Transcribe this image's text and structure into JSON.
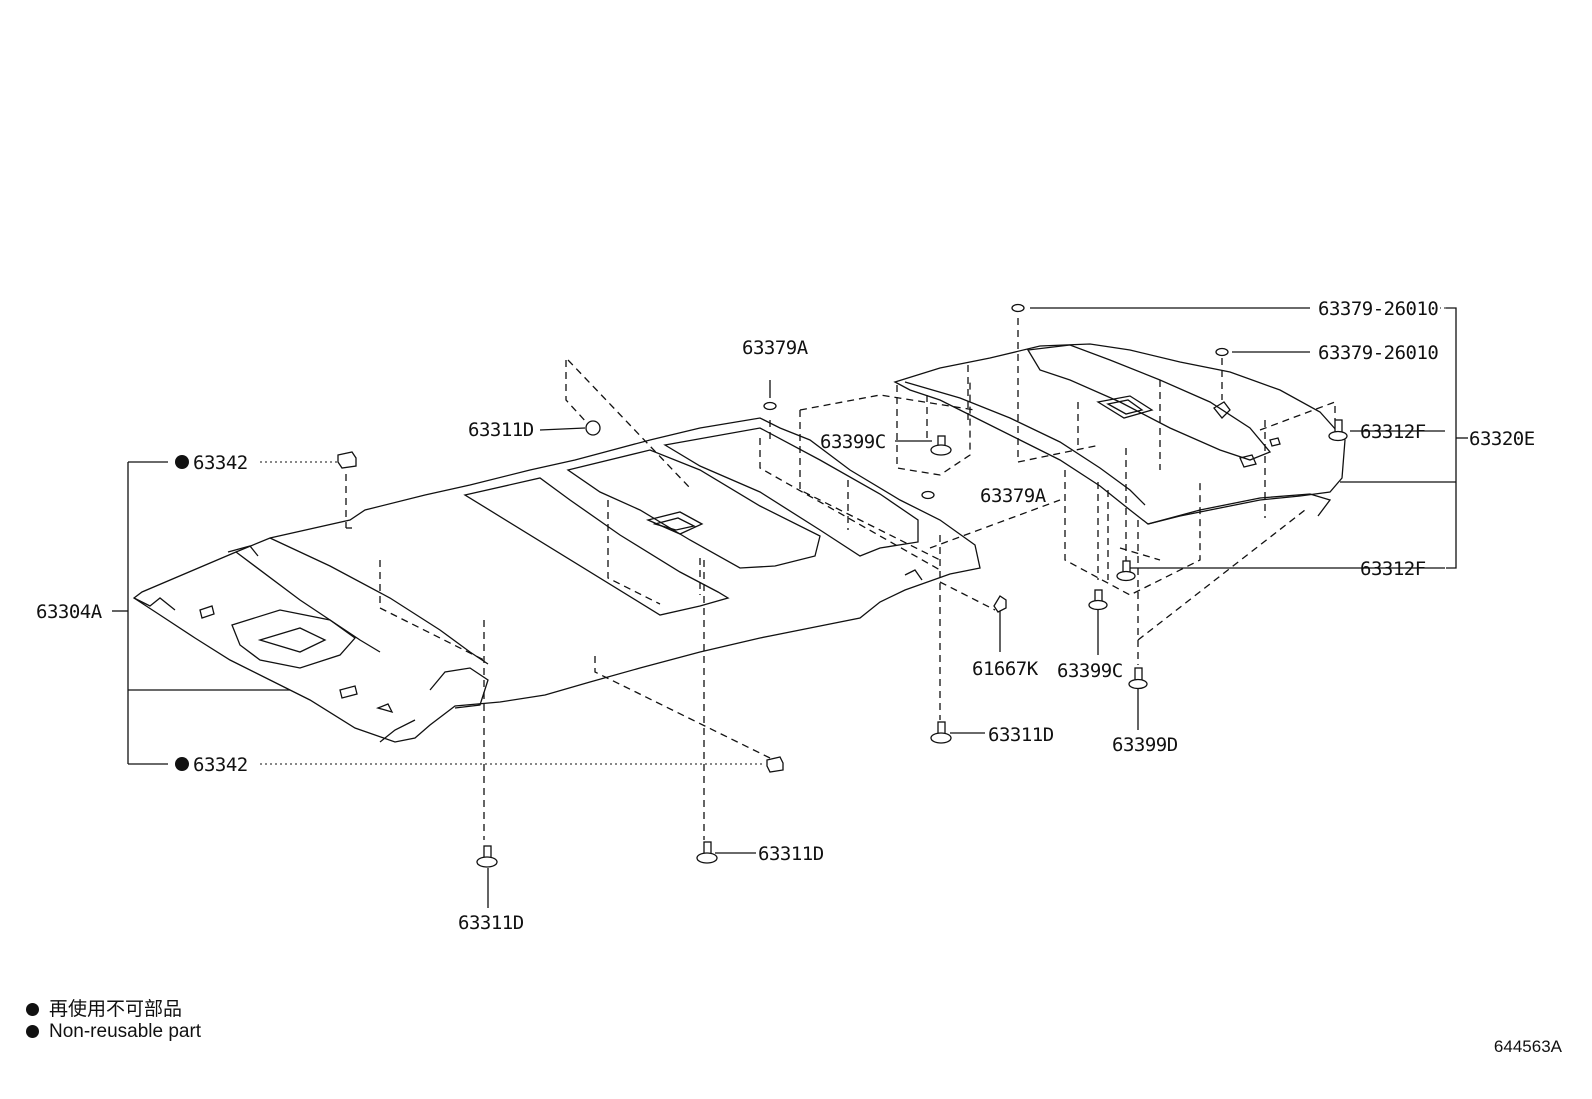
{
  "labels": {
    "p63304A": "63304A",
    "p63342_top": "63342",
    "p63342_bottom": "63342",
    "p63311D_a": "63311D",
    "p63311D_b": "63311D",
    "p63311D_c": "63311D",
    "p63311D_d": "63311D",
    "p63379A_a": "63379A",
    "p63379A_b": "63379A",
    "p63399C_a": "63399C",
    "p63399C_b": "63399C",
    "p63399D": "63399D",
    "p61667K": "61667K",
    "p63379_26010_a": "63379-26010",
    "p63379_26010_b": "63379-26010",
    "p63312F_a": "63312F",
    "p63312F_b": "63312F",
    "p63320E": "63320E"
  },
  "legend": {
    "jp": "再使用不可部品",
    "en": "Non-reusable part"
  },
  "figure_number": "644563A",
  "colors": {
    "line": "#111111",
    "background": "#ffffff"
  }
}
